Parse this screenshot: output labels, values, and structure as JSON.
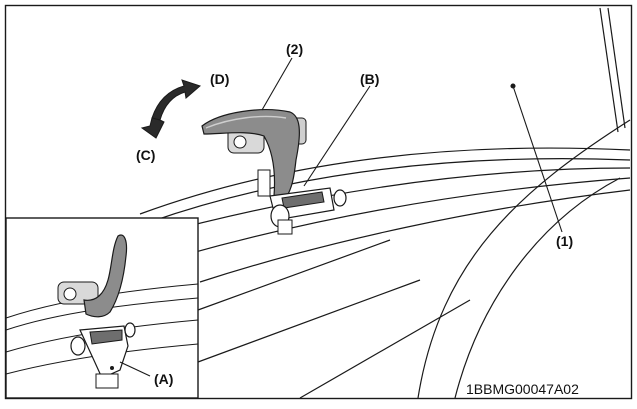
{
  "labels": {
    "d": "(D)",
    "two": "(2)",
    "b": "(B)",
    "c": "(C)",
    "one": "(1)",
    "a": "(A)"
  },
  "figure_code": "1BBMG00047A02",
  "colors": {
    "line": "#1a1a1a",
    "handle_fill": "#8c8c8c",
    "handle_dark": "#5e5e5e",
    "arrow_fill": "#2a2a2a",
    "background": "#ffffff"
  }
}
